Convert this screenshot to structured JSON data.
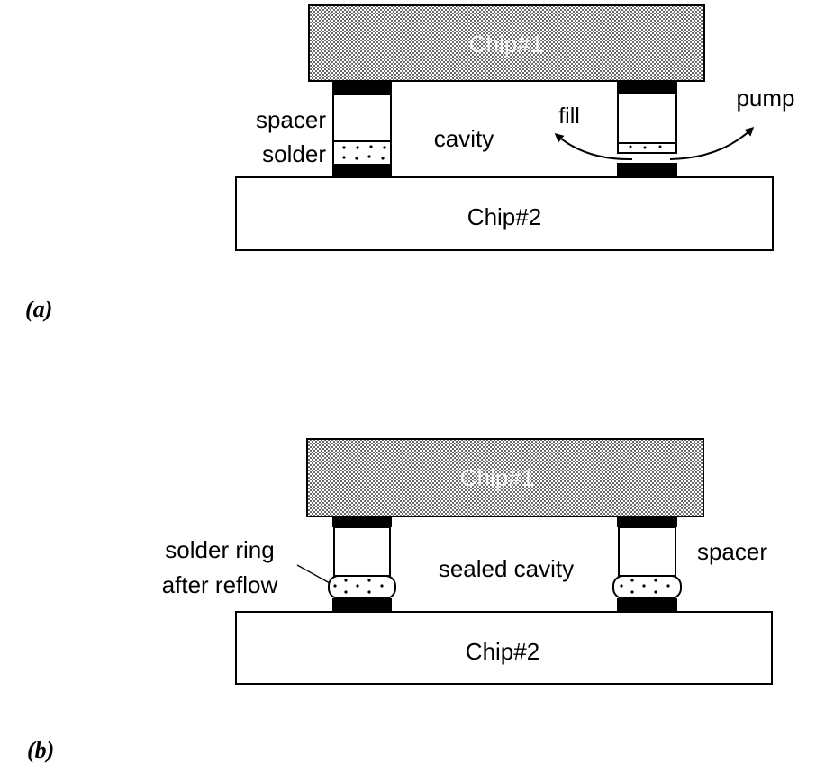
{
  "figure": {
    "panel_a": {
      "panel_label": "(a)",
      "top_chip": "Chip#1",
      "bottom_chip": "Chip#2",
      "labels": {
        "spacer": "spacer",
        "solder": "solder",
        "cavity": "cavity",
        "fill": "fill",
        "pump": "pump"
      }
    },
    "panel_b": {
      "panel_label": "(b)",
      "top_chip": "Chip#1",
      "bottom_chip": "Chip#2",
      "labels": {
        "solder_ring_line1": "solder ring",
        "solder_ring_line2": "after reflow",
        "sealed_cavity": "sealed cavity",
        "spacer": "spacer"
      }
    },
    "colors": {
      "ink": "#000000",
      "paper": "#ffffff",
      "chip1_fill": "#b8b8b8"
    }
  }
}
